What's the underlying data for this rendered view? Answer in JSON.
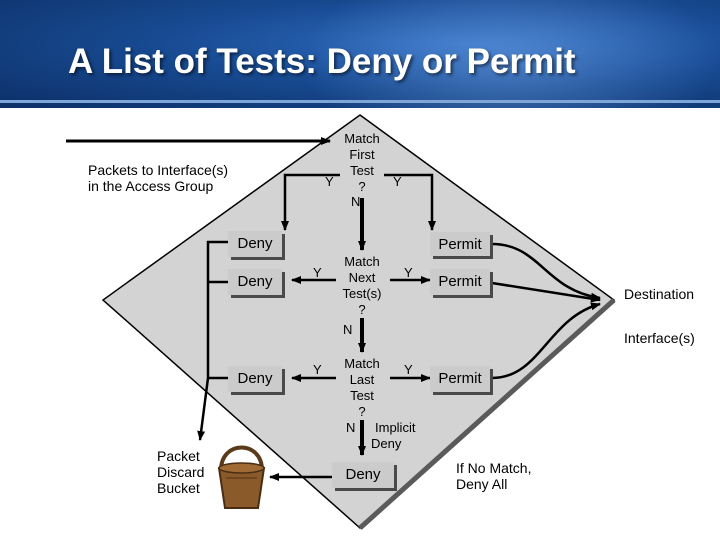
{
  "title": "A List of Tests: Deny or Permit",
  "input_label": [
    "Packets to Interface(s)",
    "in the Access Group"
  ],
  "tests": {
    "first": [
      "Match",
      "First",
      "Test",
      "?"
    ],
    "next": [
      "Match",
      "Next",
      "Test(s)",
      "?"
    ],
    "last": [
      "Match",
      "Last",
      "Test",
      "?"
    ]
  },
  "branch": {
    "yes": "Y",
    "no": "N"
  },
  "actions": {
    "deny": "Deny",
    "permit": "Permit"
  },
  "implicit_deny": [
    "Implicit",
    "Deny"
  ],
  "destination": [
    "Destination",
    "Interface(s)"
  ],
  "bucket_label": [
    "Packet",
    "Discard",
    "Bucket"
  ],
  "no_match": [
    "If No Match,",
    "Deny All"
  ],
  "colors": {
    "header_blue": "#184b93",
    "panel_gray": "#d3d3d3",
    "box_gray": "#cbcbcb",
    "bucket_brown": "#8b5a2b"
  },
  "icons": {
    "bucket": "bucket-icon"
  }
}
